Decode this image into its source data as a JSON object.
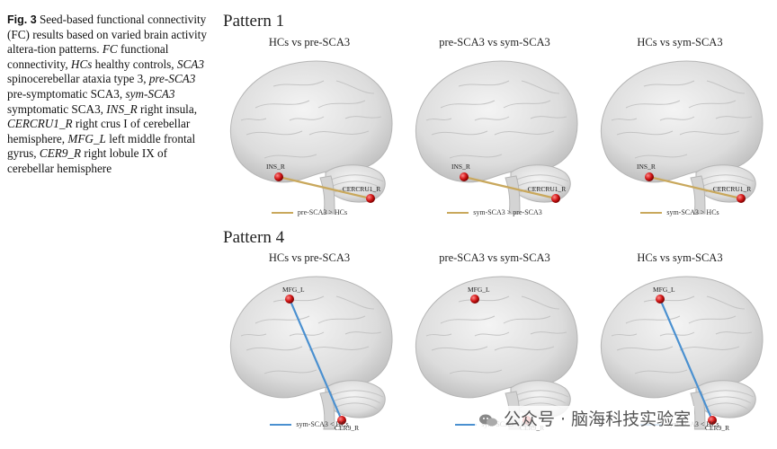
{
  "caption": {
    "label": "Fig. 3",
    "parts": [
      {
        "t": " Seed-based functional connectivity (FC) results based on varied brain activity altera-tion patterns. ",
        "i": false
      },
      {
        "t": "FC",
        "i": true
      },
      {
        "t": " functional connectivity, ",
        "i": false
      },
      {
        "t": "HCs",
        "i": true
      },
      {
        "t": " healthy controls, ",
        "i": false
      },
      {
        "t": "SCA3",
        "i": true
      },
      {
        "t": " spinocerebellar ataxia type 3, ",
        "i": false
      },
      {
        "t": "pre-SCA3",
        "i": true
      },
      {
        "t": " pre-symptomatic SCA3, ",
        "i": false
      },
      {
        "t": "sym-SCA3",
        "i": true
      },
      {
        "t": " symptomatic SCA3, ",
        "i": false
      },
      {
        "t": "INS_R",
        "i": true
      },
      {
        "t": " right insula, ",
        "i": false
      },
      {
        "t": "CERCRU1_R",
        "i": true
      },
      {
        "t": " right crus I of cerebellar hemisphere, ",
        "i": false
      },
      {
        "t": "MFG_L",
        "i": true
      },
      {
        "t": " left middle frontal gyrus, ",
        "i": false
      },
      {
        "t": "CER9_R",
        "i": true
      },
      {
        "t": " right lobule IX of cerebellar hemisphere",
        "i": false
      }
    ]
  },
  "patterns": [
    {
      "title": "Pattern 1",
      "edge_color": "#c9a85c",
      "nodes": [
        "INS_R",
        "CERCRU1_R"
      ],
      "panels": [
        {
          "title": "HCs vs pre-SCA3",
          "legend": "pre-SCA3 > HCs",
          "edge": true
        },
        {
          "title": "pre-SCA3 vs sym-SCA3",
          "legend": "sym-SCA3 > pre-SCA3",
          "edge": true
        },
        {
          "title": "HCs vs sym-SCA3",
          "legend": "sym-SCA3 > HCs",
          "edge": true
        }
      ]
    },
    {
      "title": "Pattern 4",
      "edge_color": "#4a90d0",
      "nodes": [
        "MFG_L",
        "CER9_R"
      ],
      "panels": [
        {
          "title": "HCs vs pre-SCA3",
          "legend": "sym-SCA3 < HCs",
          "edge": true
        },
        {
          "title": "pre-SCA3 vs sym-SCA3",
          "legend": "sym-SCA3 < HCs",
          "edge": false
        },
        {
          "title": "HCs vs sym-SCA3",
          "legend": "sym-SCA3 < HCs",
          "edge": true
        }
      ]
    }
  ],
  "watermark": {
    "text": "公众号 · 脑海科技实验室",
    "icon": "wechat-icon"
  }
}
